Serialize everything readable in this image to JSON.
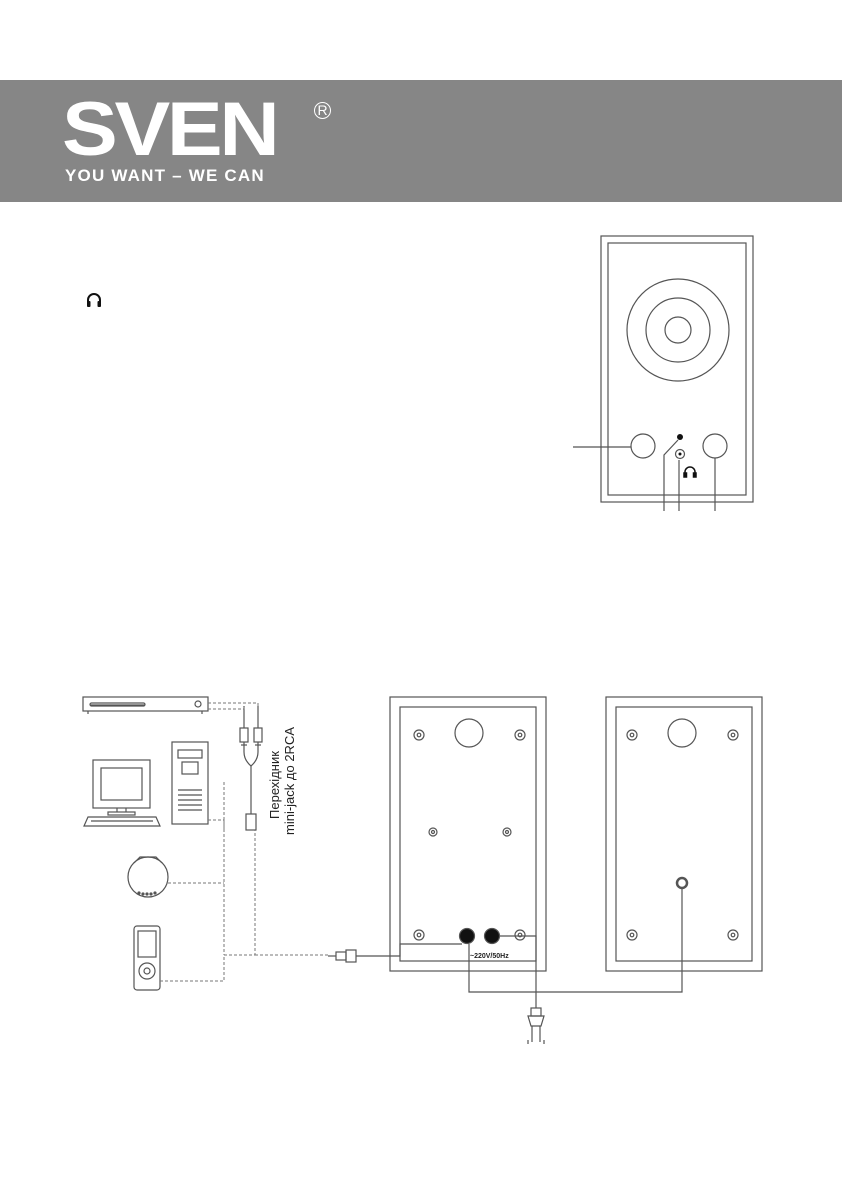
{
  "header": {
    "brand": "SVEN",
    "registered": "R",
    "tagline": "YOU WANT – WE CAN"
  },
  "icons": {
    "headphones": "headphones-icon"
  },
  "connection_diagram": {
    "adapter_label_line1": "Перехідник",
    "adapter_label_line2": "mini-jack до 2RCA",
    "power_label": "~220V/50Hz"
  },
  "colors": {
    "banner": "#868686",
    "line": "#555555"
  }
}
